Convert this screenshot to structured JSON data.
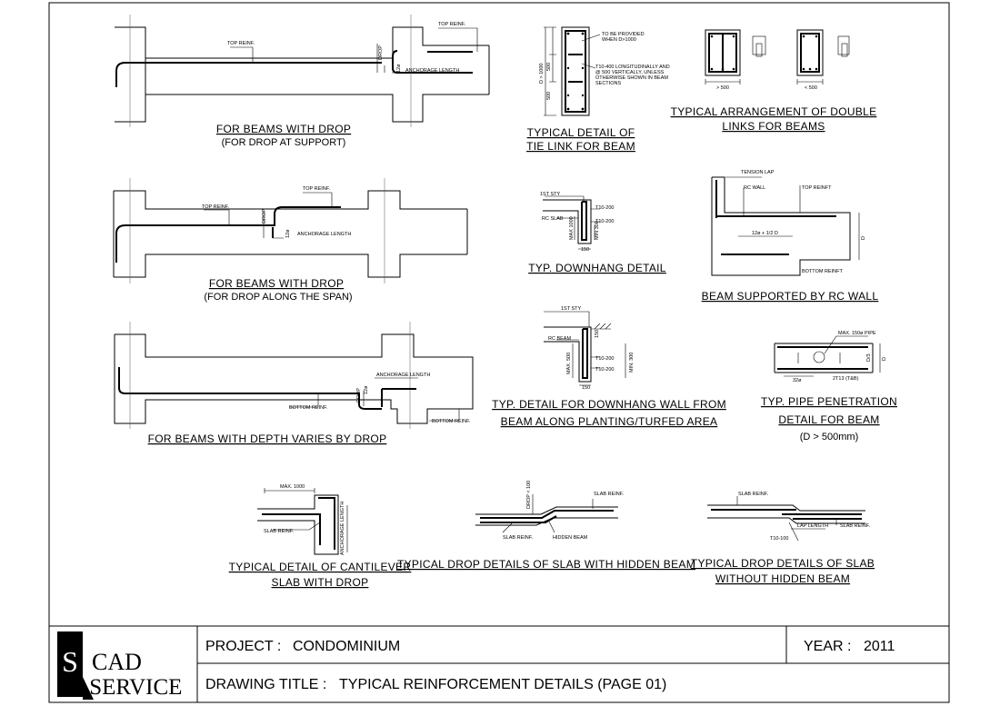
{
  "titleblock": {
    "project_label": "PROJECT :",
    "project_value": "CONDOMINIUM",
    "year_label": "YEAR :",
    "year_value": "2011",
    "drawing_label": "DRAWING TITLE :",
    "drawing_value": "TYPICAL REINFORCEMENT DETAILS (PAGE 01)",
    "logo_s": "S",
    "logo_cad": "CAD",
    "logo_service": ".SERVICE"
  },
  "details": {
    "d1": {
      "title": "FOR BEAMS WITH DROP",
      "sub": "(FOR DROP AT SUPPORT)",
      "top_reinf_a": "TOP REINF.",
      "top_reinf_b": "TOP REINF.",
      "drop": "DROP",
      "twelve_phi": "12ø",
      "anchorage": "ANCHORAGE LENGTH"
    },
    "d2": {
      "title": "FOR BEAMS WITH DROP",
      "sub": "(FOR DROP ALONG THE SPAN)",
      "top_reinf_a": "TOP REINF.",
      "top_reinf_b": "TOP REINF.",
      "drop": "DROP",
      "twelve_phi": "12ø",
      "anchorage": "ANCHORAGE LENGTH"
    },
    "d3": {
      "title": "FOR BEAMS WITH DEPTH VARIES BY DROP",
      "anchorage": "ANCHORAGE LENGTH",
      "bottom_reinf_a": "BOTTOM REINF.",
      "drop": "DROP",
      "twelve_phi": "12ø",
      "bottom_reinf_b": "BOTTOM REINF."
    },
    "d4": {
      "title_1": "TYPICAL DETAIL OF",
      "title_2": "TIE LINK FOR BEAM",
      "note_1": "TO BE PROVIDED",
      "note_2": "WHEN D>1000",
      "note_3": "T10-400 LONGITUDINALLY AND",
      "note_4": "@ 500 VERTICALLY, UNLESS",
      "note_5": "OTHERWISE SHOWN IN BEAM",
      "note_6": "SECTIONS",
      "dim_d": "D > 1000",
      "dim_500a": "500",
      "dim_500b": "500"
    },
    "d5": {
      "title_1": "TYPICAL ARRANGEMENT OF DOUBLE",
      "title_2": "LINKS FOR BEAMS",
      "dim_gt": "> 500",
      "dim_lt": "< 500"
    },
    "d6": {
      "title": "TYP. DOWNHANG DETAIL",
      "sty": "1ST STY",
      "slab": "RC SLAB",
      "t1": "T10-200",
      "t2": "T10-200",
      "max": "MAX 1000",
      "min": "MIN 300",
      "d150": "150"
    },
    "d7": {
      "title": "BEAM SUPPORTED BY RC WALL",
      "lap": "TENSION LAP",
      "wall": "RC WALL",
      "top": "TOP REINFT",
      "phi": "12ø + 1/2 D",
      "bottom": "BOTTOM REINFT",
      "d": "D"
    },
    "d8": {
      "title_1": "TYP. DETAIL FOR DOWNHANG WALL FROM",
      "title_2": "BEAM ALONG PLANTING/TURFED AREA",
      "sty": "1ST STY",
      "beam": "RC BEAM",
      "t1": "T10-200",
      "t2": "T10-200",
      "max": "MAX. 500",
      "min": "MIN. 300",
      "d150a": "150",
      "d150b": "150"
    },
    "d9": {
      "title_1": "TYP. PIPE PENETRATION",
      "title_2": "DETAIL FOR BEAM",
      "title_3": "(D > 500mm)",
      "pipe": "MAX. 150ø PIPE",
      "bars": "2T13 (T&B)",
      "d32": "32ø",
      "d3": "D/3",
      "d": "D"
    },
    "d10": {
      "title_1": "TYPICAL DETAIL OF CANTILEVER",
      "title_2": "SLAB WITH DROP",
      "max": "MAX. 1000",
      "slab": "SLAB REINF.",
      "anch": "ANCHORAGE LENGTH"
    },
    "d11": {
      "title": "TYPICAL DROP DETAILS OF SLAB WITH HIDDEN BEAM",
      "slab_a": "SLAB REINF.",
      "slab_b": "SLAB REINF.",
      "hidden": "HIDDEN BEAM",
      "drop": "DROP < 100"
    },
    "d12": {
      "title_1": "TYPICAL DROP DETAILS OF SLAB",
      "title_2": "WITHOUT HIDDEN BEAM",
      "slab_a": "SLAB REINF.",
      "slab_b": "SLAB REINF.",
      "lap": "LAP LENGTH",
      "t10": "T10-100"
    }
  }
}
